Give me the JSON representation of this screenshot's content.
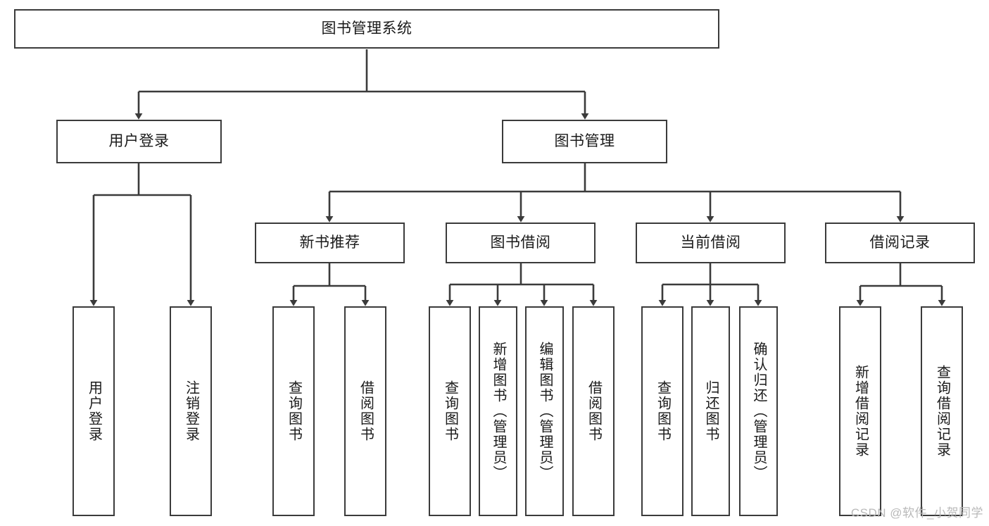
{
  "diagram": {
    "type": "tree-hierarchy",
    "title": "图书管理系统",
    "watermark": "CSDN @软件_小贺同学",
    "colors": {
      "box_border": "#3b3b3b",
      "box_fill": "#ffffff",
      "edge": "#3b3b3b",
      "text": "#1a1a1a",
      "watermark": "#b9b9b9"
    },
    "levels": {
      "root": {
        "label": "图书管理系统"
      },
      "level2": [
        {
          "id": "user-login",
          "label": "用户登录"
        },
        {
          "id": "book-management",
          "label": "图书管理"
        }
      ],
      "level3": [
        {
          "id": "new-book-recommend",
          "label": "新书推荐"
        },
        {
          "id": "book-borrow",
          "label": "图书借阅"
        },
        {
          "id": "current-borrow",
          "label": "当前借阅"
        },
        {
          "id": "borrow-records",
          "label": "借阅记录"
        }
      ],
      "leaves": {
        "user_login": [
          {
            "id": "leaf-user-login",
            "label": "用户登录"
          },
          {
            "id": "leaf-logout-login",
            "label": "注销登录"
          }
        ],
        "new_book_recommend": [
          {
            "id": "leaf-query-books-1",
            "label": "查询图书"
          },
          {
            "id": "leaf-borrow-books-1",
            "label": "借阅图书"
          }
        ],
        "book_borrow": [
          {
            "id": "leaf-query-books-2",
            "label": "查询图书"
          },
          {
            "id": "leaf-add-book",
            "label": "新增图书（管理员）"
          },
          {
            "id": "leaf-edit-book",
            "label": "编辑图书（管理员）"
          },
          {
            "id": "leaf-borrow-books-2",
            "label": "借阅图书"
          }
        ],
        "current_borrow": [
          {
            "id": "leaf-query-books-3",
            "label": "查询图书"
          },
          {
            "id": "leaf-return-books",
            "label": "归还图书"
          },
          {
            "id": "leaf-confirm-return",
            "label": "确认归还（管理员）"
          }
        ],
        "borrow_records": [
          {
            "id": "leaf-add-record",
            "label": "新增借阅记录"
          },
          {
            "id": "leaf-query-record",
            "label": "查询借阅记录"
          }
        ]
      }
    }
  }
}
